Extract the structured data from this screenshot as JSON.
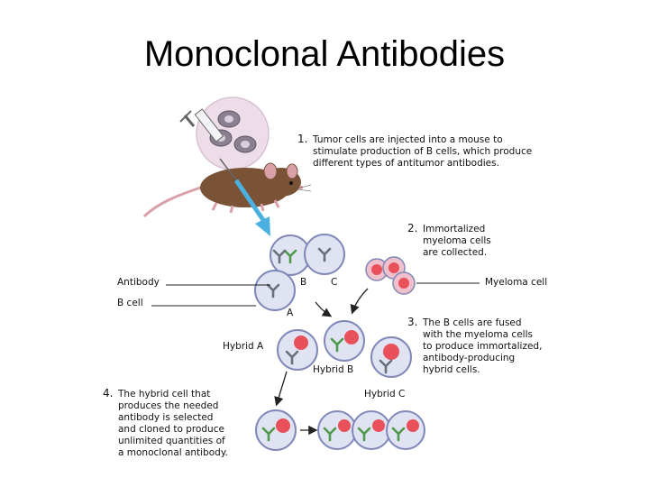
{
  "title": "Monoclonal Antibodies",
  "steps": {
    "s1": {
      "number": "1.",
      "lines": [
        "Tumor cells are injected into a mouse to",
        "stimulate production of B cells, which produce",
        "different types of antitumor antibodies."
      ]
    },
    "s2": {
      "number": "2.",
      "lines": [
        "Immortalized",
        "myeloma cells",
        "are collected."
      ]
    },
    "s3": {
      "number": "3.",
      "lines": [
        "The B cells are fused",
        "with the myeloma cells",
        "to produce immortalized,",
        "antibody-producing",
        "hybrid cells."
      ]
    },
    "s4": {
      "number": "4.",
      "lines": [
        "The hybrid cell that",
        "produces the needed",
        "antibody is selected",
        "and cloned to produce",
        "unlimited quantities of",
        "a monoclonal antibody."
      ]
    }
  },
  "labels": {
    "antibody": "Antibody",
    "b_cell": "B cell",
    "myeloma_cell": "Myeloma cell",
    "hybrid_a": "Hybrid A",
    "hybrid_b": "Hybrid B",
    "hybrid_c": "Hybrid C",
    "cell_a": "A",
    "cell_b": "B",
    "cell_c": "C"
  },
  "colors": {
    "bcell_fill": "#dfe3f2",
    "bcell_stroke": "#8088b8",
    "nucleus_red": "#e8505a",
    "myeloma_fill": "#f0c0cc",
    "antibody_gray": "#6a6f7a",
    "antibody_green": "#4f9a4a",
    "mouse_brown": "#7a5236",
    "arrow_blue": "#4ab0e0"
  }
}
